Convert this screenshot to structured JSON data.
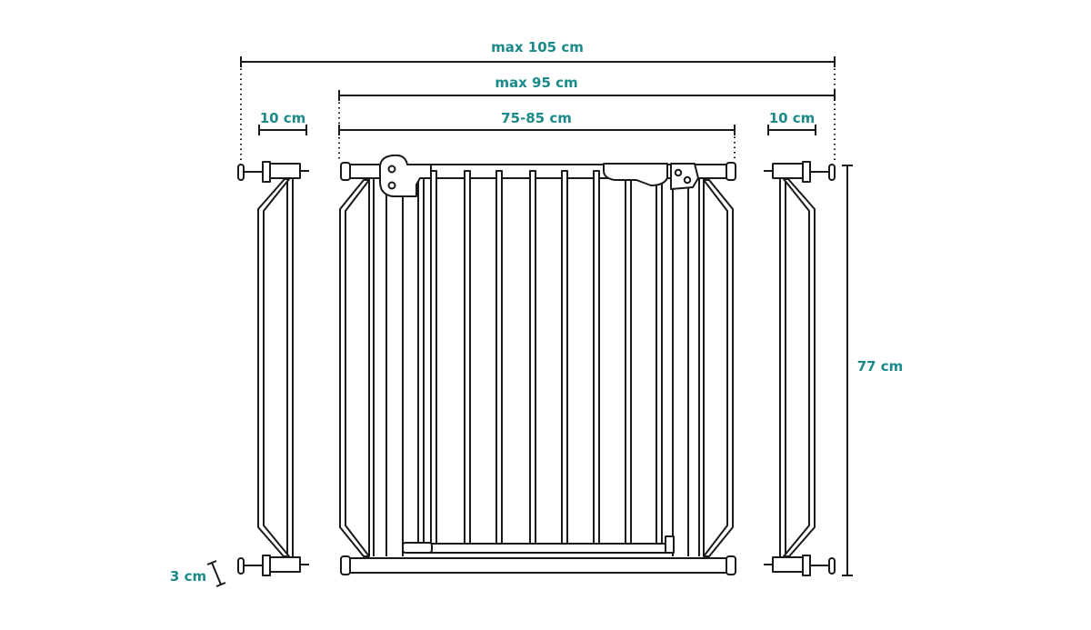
{
  "title": "Safety gate dimensions",
  "dimensions": {
    "max_total": "max 105 cm",
    "max_gate_with_one": "max 95 cm",
    "gate_range": "75-85 cm",
    "extension_left": "10 cm",
    "extension_right": "10 cm",
    "height": "77 cm",
    "pressure_pin": "3 cm"
  },
  "colors": {
    "label": "#1b8a8a",
    "line": "#1a1a1a"
  }
}
